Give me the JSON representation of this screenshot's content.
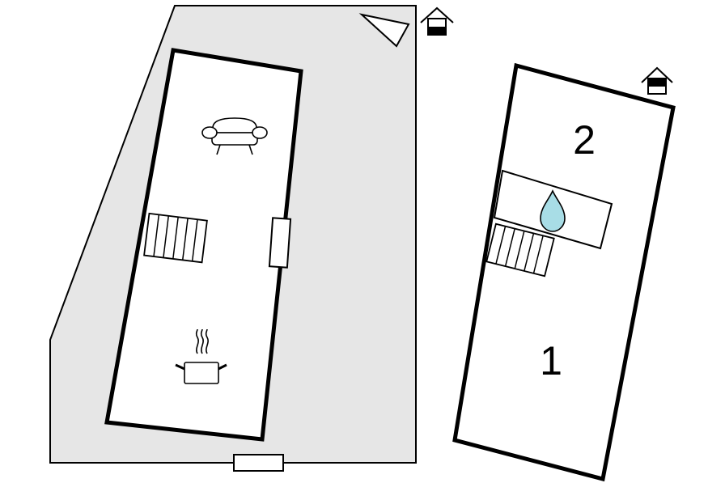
{
  "colors": {
    "background": "#ffffff",
    "outdoor_area": "#e6e6e6",
    "wall": "#000000",
    "water_drop": "#a8dde6"
  },
  "icons": {
    "floor_indicator": "house-floor-icon",
    "orientation": "compass-triangle-icon",
    "living_room": "sofa-icon",
    "kitchen": "cooking-pot-icon",
    "bathroom": "water-drop-icon",
    "stairs": "stairs-icon",
    "door": "door-icon"
  },
  "floors": [
    {
      "floor_indicator_level": "ground",
      "rooms": []
    },
    {
      "floor_indicator_level": "upper",
      "rooms": [
        {
          "label": "1"
        },
        {
          "label": "2"
        }
      ]
    }
  ]
}
